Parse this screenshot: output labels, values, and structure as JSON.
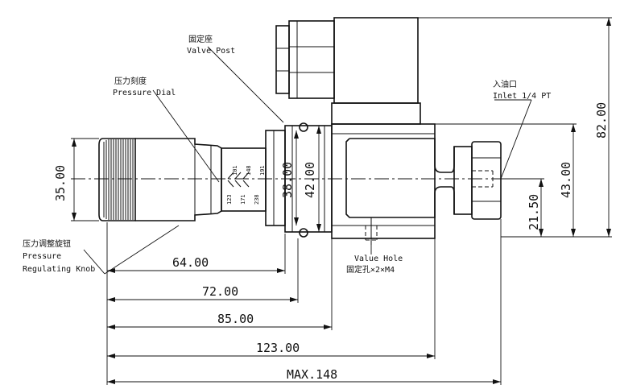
{
  "callouts": {
    "valve_post_cn": "固定座",
    "valve_post_en": "Valve Post",
    "pressure_dial_cn": "压力刻度",
    "pressure_dial_en": "Pressure Dial",
    "knob_cn": "压力调整旋钮",
    "knob_en_1": "Pressure",
    "knob_en_2": "Regulating Knob",
    "inlet_cn": "入油口",
    "inlet_en": "Inlet 1/4 PT",
    "value_hole_en": "Value Hole",
    "value_hole_cn": "固定孔×2×M4"
  },
  "dial_scale": [
    "123",
    "101",
    "171",
    "148",
    "238",
    "191"
  ],
  "dimensions": {
    "d35": "35.00",
    "d38": "38.00",
    "d42": "42.00",
    "d43": "43.00",
    "d21_5": "21.50",
    "d82": "82.00",
    "d64": "64.00",
    "d72": "72.00",
    "d85": "85.00",
    "d123": "123.00",
    "dmax": "MAX.148"
  }
}
